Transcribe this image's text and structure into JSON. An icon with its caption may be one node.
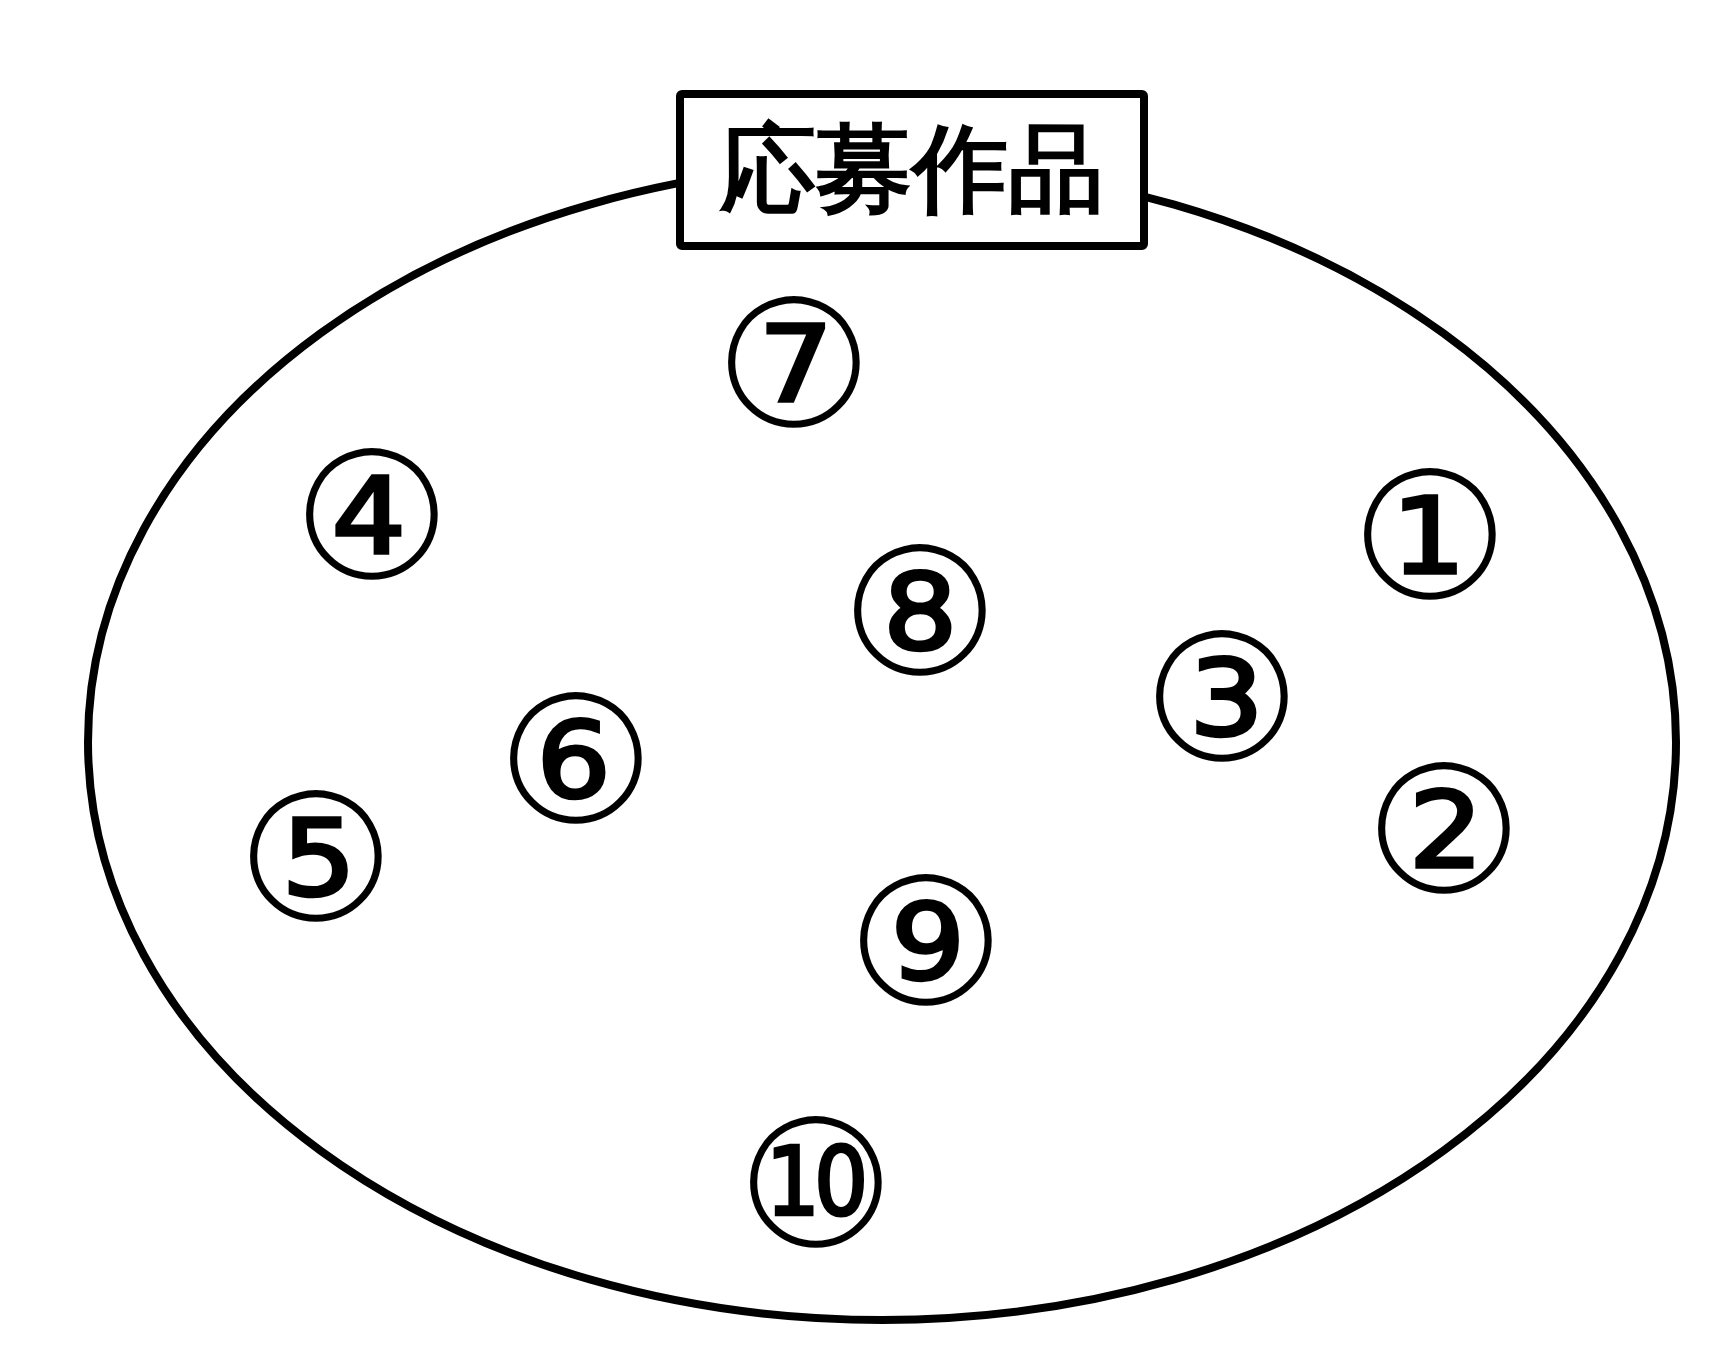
{
  "diagram": {
    "nodes": [
      {
        "text": [
          "応募作品"
        ]
      },
      {
        "text": [
          "①"
        ],
        "in": 0
      },
      {
        "text": [
          "②"
        ],
        "in": 0
      },
      {
        "text": [
          "③"
        ],
        "in": 0
      },
      {
        "text": [
          "④"
        ],
        "in": 0
      },
      {
        "text": [
          "⑤"
        ],
        "in": 0
      },
      {
        "text": [
          "⑥"
        ],
        "in": 0
      },
      {
        "text": [
          "⑦"
        ],
        "in": 0
      },
      {
        "text": [
          "⑧"
        ],
        "in": 0
      },
      {
        "text": [
          "⑨"
        ],
        "in": 0
      },
      {
        "text": [
          "⑩"
        ],
        "in": 0
      }
    ]
  }
}
